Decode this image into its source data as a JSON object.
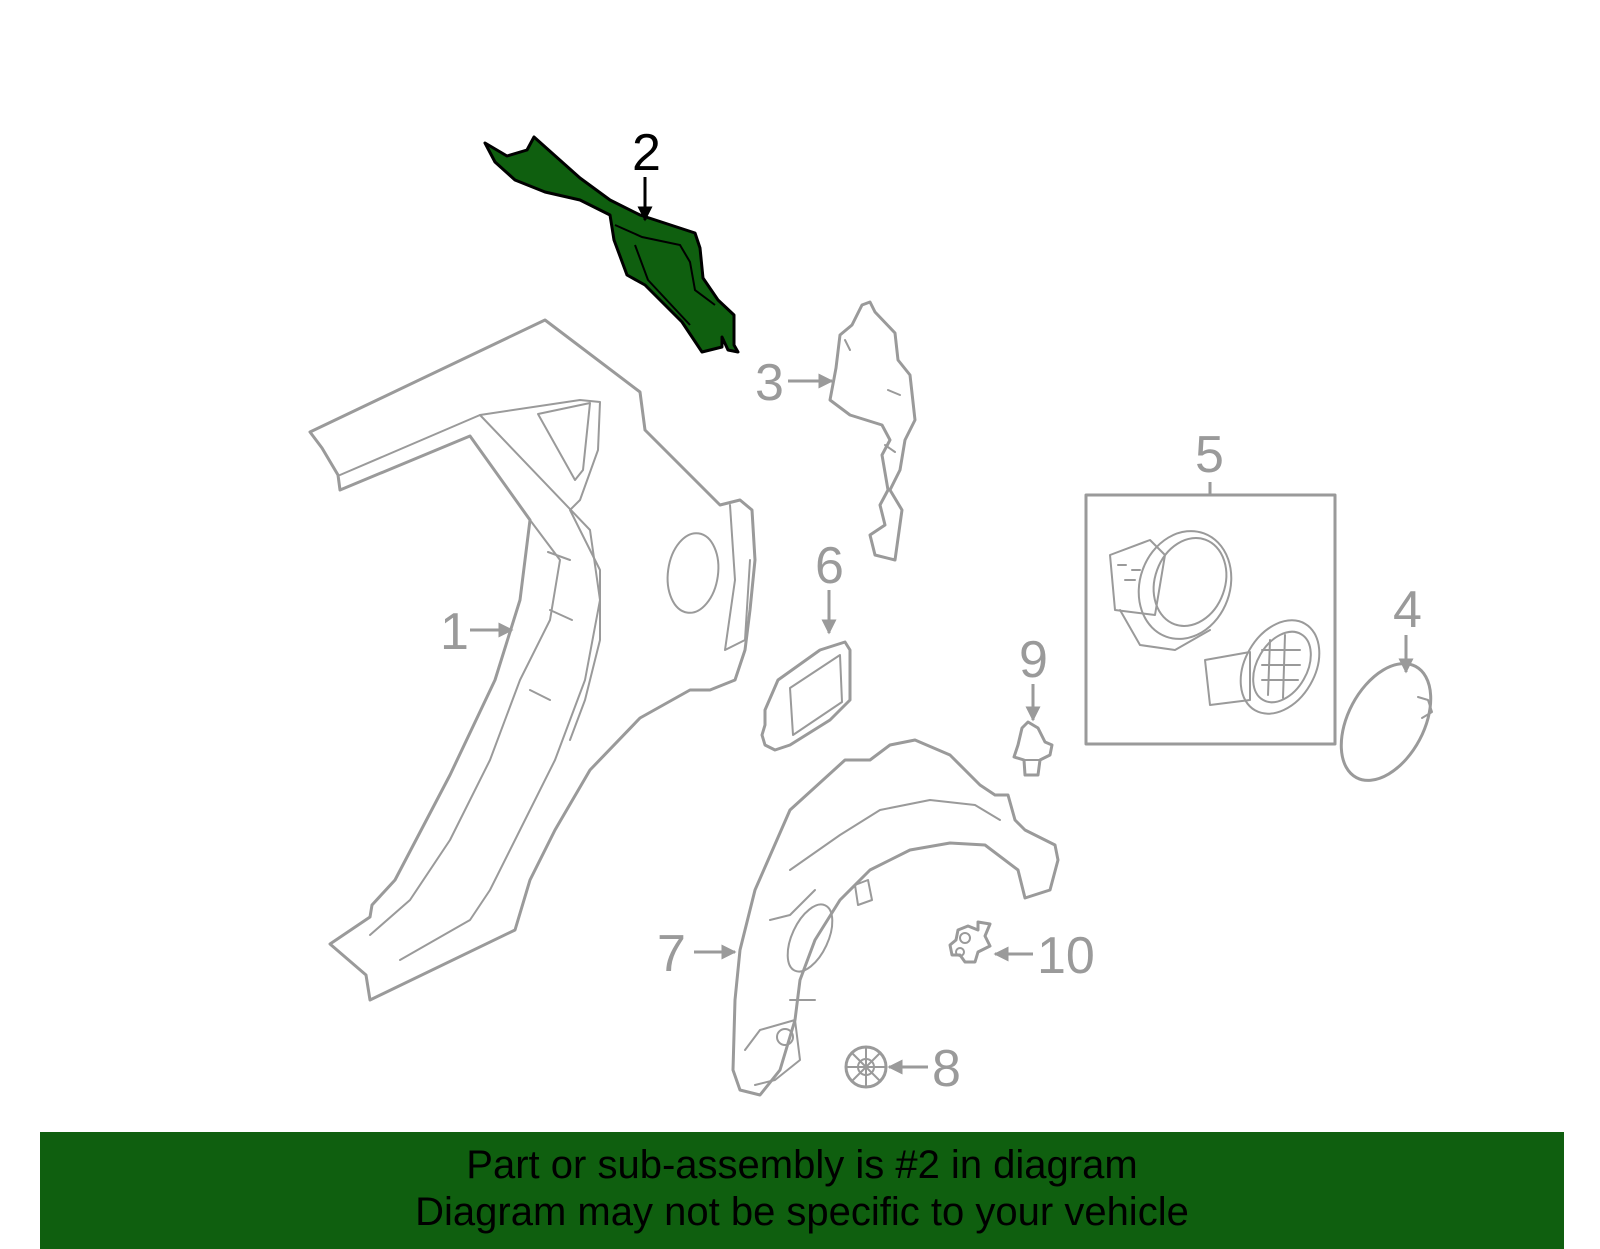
{
  "callouts": {
    "c1": "1",
    "c2": "2",
    "c3": "3",
    "c4": "4",
    "c5": "5",
    "c6": "6",
    "c7": "7",
    "c8": "8",
    "c9": "9",
    "c10": "10"
  },
  "highlighted_part": "2",
  "colors": {
    "highlight": "#0f5f0f",
    "outline": "#9a9a9a",
    "banner": "#0f5f0f"
  },
  "banner": {
    "line1": "Part or sub-assembly is #2 in diagram",
    "line2": "Diagram may not be specific to your vehicle"
  }
}
